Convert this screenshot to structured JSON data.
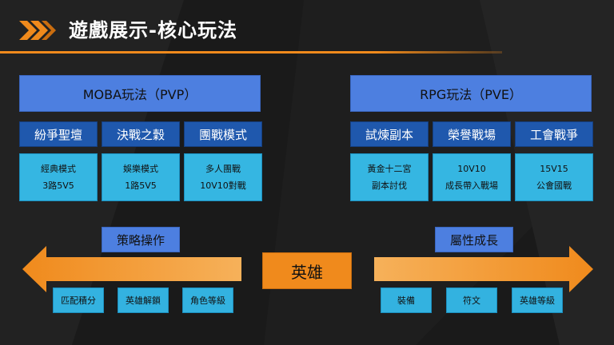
{
  "slide": {
    "title": "遊戲展示-核心玩法"
  },
  "left": {
    "mode": "MOBA玩法（PVP）",
    "subs": [
      "紛爭聖壇",
      "決戰之穀",
      "團戰模式"
    ],
    "descs": [
      {
        "line1": "經典模式",
        "line2": "3路5V5"
      },
      {
        "line1": "娛樂模式",
        "line2": "1路5V5"
      },
      {
        "line1": "多人團戰",
        "line2": "10V10對戰"
      }
    ],
    "category": "策略操作",
    "features": [
      "匹配積分",
      "英雄解鎖",
      "角色等級"
    ]
  },
  "right": {
    "mode": "RPG玩法（PVE）",
    "subs": [
      "試煉副本",
      "榮譽戰場",
      "工會戰爭"
    ],
    "descs": [
      {
        "line1": "黃金十二宮",
        "line2": "副本討伐"
      },
      {
        "line1": "10V10",
        "line2": "成長帶入戰場"
      },
      {
        "line1": "15V15",
        "line2": "公會國戰"
      }
    ],
    "category": "屬性成長",
    "features": [
      "裝備",
      "符文",
      "英雄等級"
    ]
  },
  "center": {
    "hero": "英雄"
  },
  "colors": {
    "accent": "#f08a1c",
    "mode_blue": "#4d7fe0",
    "dark_blue": "#1f58ad",
    "light_blue": "#35b6e2",
    "background": "#1a1a1a"
  }
}
